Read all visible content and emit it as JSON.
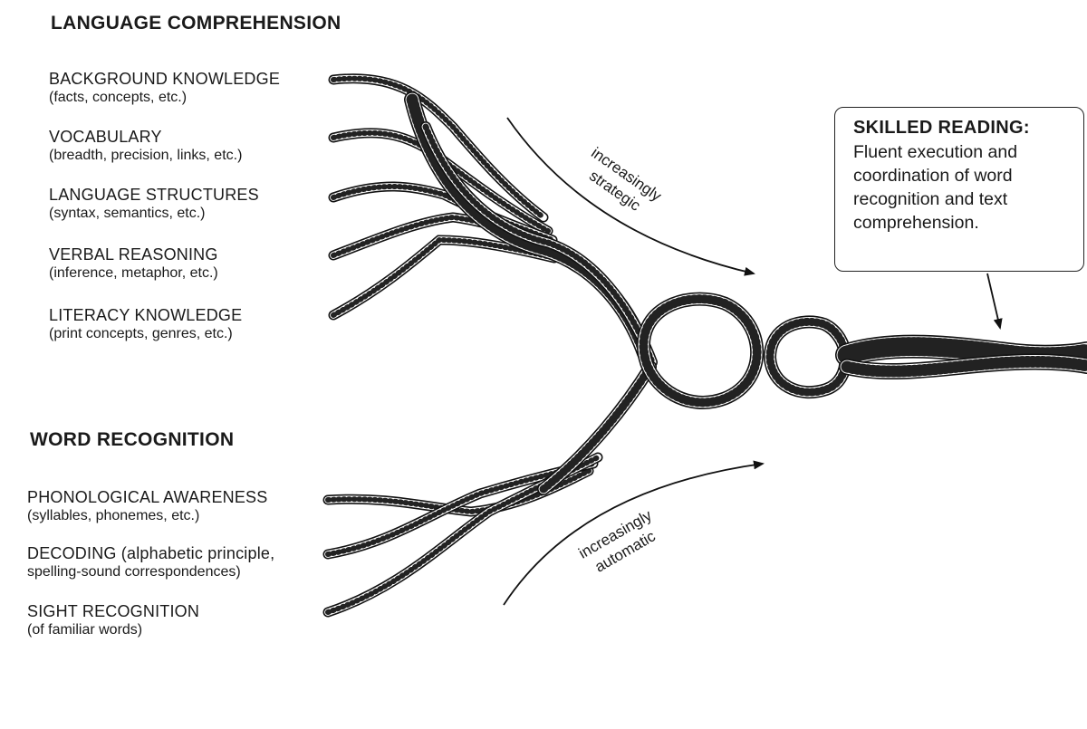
{
  "language_comprehension": {
    "heading": "LANGUAGE COMPREHENSION",
    "strands": [
      {
        "name": "BACKGROUND KNOWLEDGE",
        "detail": "(facts, concepts, etc.)"
      },
      {
        "name": "VOCABULARY",
        "detail": "(breadth, precision, links, etc.)"
      },
      {
        "name": "LANGUAGE STRUCTURES",
        "detail": "(syntax, semantics, etc.)"
      },
      {
        "name": "VERBAL REASONING",
        "detail": "(inference, metaphor, etc.)"
      },
      {
        "name": "LITERACY KNOWLEDGE",
        "detail": "(print concepts, genres, etc.)"
      }
    ]
  },
  "word_recognition": {
    "heading": "WORD RECOGNITION",
    "strands": [
      {
        "name": "PHONOLOGICAL AWARENESS",
        "detail": "(syllables, phonemes, etc.)"
      },
      {
        "name": "DECODING (alphabetic principle,",
        "detail": "spelling-sound correspondences)"
      },
      {
        "name": "SIGHT RECOGNITION",
        "detail": "(of familiar words)"
      }
    ]
  },
  "arrows": {
    "strategic": {
      "line1": "increasingly",
      "line2": "strategic"
    },
    "automatic": {
      "line1": "increasingly",
      "line2": "automatic"
    }
  },
  "skilled_reading": {
    "title": "SKILLED READING:",
    "body": "Fluent execution and\ncoordination of word\nrecognition and text\ncomprehension."
  }
}
